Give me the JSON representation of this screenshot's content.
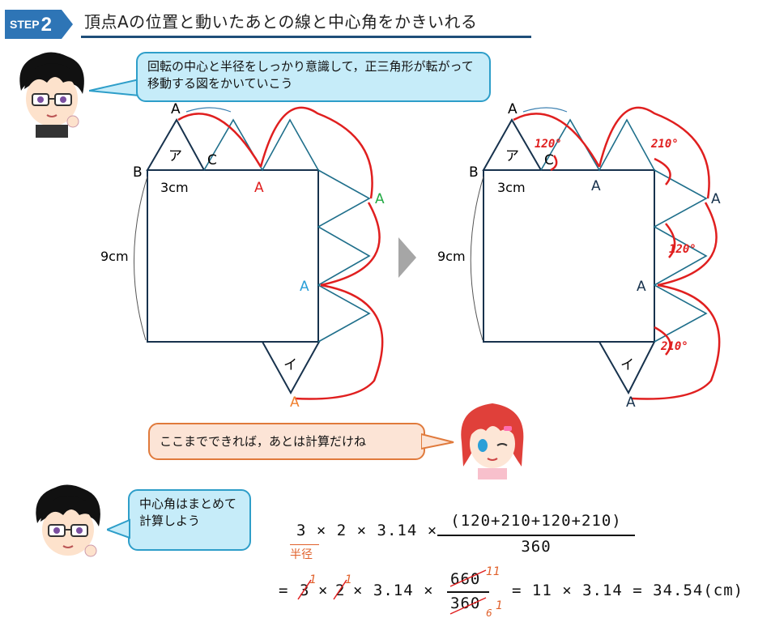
{
  "header": {
    "step_label": "STEP",
    "step_number": "2",
    "title": "頂点Aの位置と動いたあとの線と中心角をかきいれる"
  },
  "bubbles": {
    "top": "回転の中心と半径をしっかり意識して，正三角形が転がって移動する図をかいていこう",
    "middle": "ここまでできれば，あとは計算だけね",
    "bottom": "中心角はまとめて計算しよう"
  },
  "left_figure": {
    "vertex_a_top": "A",
    "vertex_b": "B",
    "vertex_c": "C",
    "triangle_a": "ア",
    "triangle_i": "イ",
    "length_3": "3cm",
    "length_9": "9cm",
    "a_positions": [
      "A",
      "A",
      "A",
      "A"
    ],
    "a_colors": [
      "#e02020",
      "#22aa44",
      "#2a9fd8",
      "#f08030"
    ]
  },
  "right_figure": {
    "vertex_a_top": "A",
    "vertex_b": "B",
    "vertex_c": "C",
    "triangle_a": "ア",
    "triangle_i": "イ",
    "length_3": "3cm",
    "length_9": "9cm",
    "a_positions": [
      "A",
      "A",
      "A",
      "A"
    ],
    "angles": [
      "120°",
      "210°",
      "120°",
      "210°"
    ]
  },
  "formula": {
    "line1_left": "3 × 2 × 3.14 ×",
    "radius_note": "半径",
    "fraction1_num": "(120+210+120+210)",
    "fraction1_den": "360",
    "line2_eq": "=",
    "line2_3": "3",
    "line2_3_reduced": "1",
    "line2_2": "2",
    "line2_2_reduced": "1",
    "line2_mid": "× 3.14 ×",
    "fraction2_num": "660",
    "fraction2_num_reduced": "11",
    "fraction2_den": "360",
    "fraction2_den_reduced_6": "6",
    "fraction2_den_reduced": "1",
    "line2_result": "= 11 × 3.14 = 34.54(cm)"
  },
  "colors": {
    "arc_red": "#e01f1f",
    "outline_navy": "#17324d",
    "teal_line": "#1f6f8b",
    "bubble_blue": "#c6ecf9",
    "bubble_orange": "#fce4d6",
    "step_blue": "#2e75b6"
  }
}
